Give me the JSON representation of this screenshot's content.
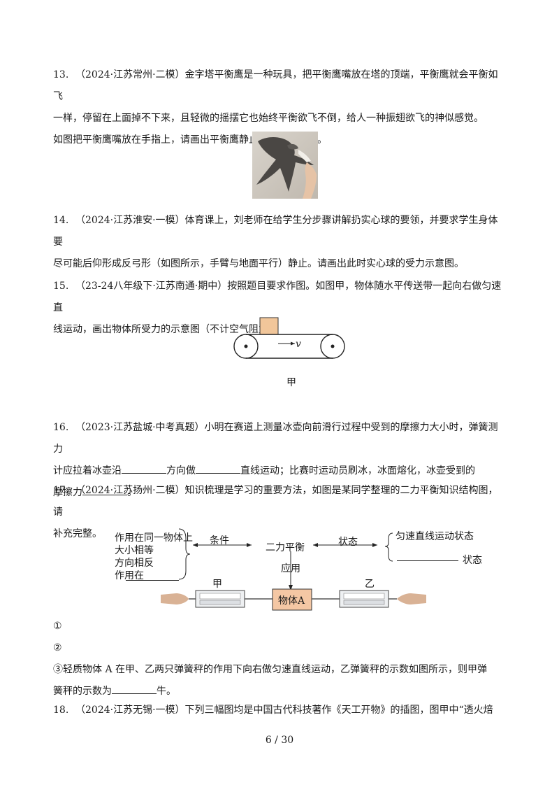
{
  "q13": {
    "number": "13.",
    "text_1": "（2024·江苏常州·二模）金字塔平衡鹰是一种玩具，把平衡鹰嘴放在塔的顶端，平衡鹰就会平衡如飞",
    "text_2": "一样，停留在上面掉不下来，且轻微的摇摆它也始终平衡欲飞不倒，给人一种振翅欲飞的神似感觉。",
    "text_3": "如图把平衡鹰嘴放在手指上，请画出平衡鹰静止时受力示意图。"
  },
  "q14": {
    "number": "14.",
    "text_1": "（2024·江苏淮安·一模）体育课上，刘老师在给学生分步骤讲解扔实心球的要领，并要求学生身体要",
    "text_2": "尽可能后仰形成反弓形（如图所示，手臂与地面平行）静止。请画出此时实心球的受力示意图。"
  },
  "q15": {
    "number": "15.",
    "text_1": "（23-24八年级下·江苏南通·期中）按照题目要求作图。如图甲，物体随水平传送带一起向右做匀速直",
    "text_2": "线运动，画出物体所受力的示意图（不计空气阻力）；",
    "velocity_label": "v",
    "figure_caption": "甲"
  },
  "q16": {
    "number": "16.",
    "text_1": "（2023·江苏盐城·中考真题）小明在赛道上测量冰壶向前滑行过程中受到的摩擦力大小时，弹簧测力",
    "text_2a": "计应拉着冰壶沿",
    "text_2b": "方向做",
    "text_2c": "直线运动；比赛时运动员刷冰，冰面熔化，冰壶受到的",
    "text_3a": "摩擦力",
    "text_3b": "。"
  },
  "q17": {
    "number": "17.",
    "text_1": "（2024·江苏扬州·二模）知识梳理是学习的重要方法，如图是某同学整理的二力平衡知识结构图，请",
    "text_2": "补充完整。",
    "conditions": [
      "作用在同一物体上",
      "大小相等",
      "方向相反",
      "作用在"
    ],
    "condition_arrow_label": "条件",
    "center_label": "二力平衡",
    "state_arrow_label": "状态",
    "states": [
      "匀速直线运动状态",
      "状态"
    ],
    "application_label": "应用",
    "scale_left_label": "甲",
    "scale_right_label": "乙",
    "object_label": "物体A",
    "answer_1": "①",
    "answer_2": "②",
    "answer_3a": "③轻质物体 A 在甲、乙两只弹簧秤的作用下向右做匀速直线运动，乙弹簧秤的示数如图所示，则甲弹",
    "answer_3b": "簧秤的示数为",
    "answer_3c": "牛。"
  },
  "q18": {
    "number": "18.",
    "text_1": "（2024·江苏无锡·一模）下列三幅图均是中国古代科技著作《天工开物》的插图，图甲中“透火焙"
  },
  "footer": {
    "page": "6  /  30"
  }
}
